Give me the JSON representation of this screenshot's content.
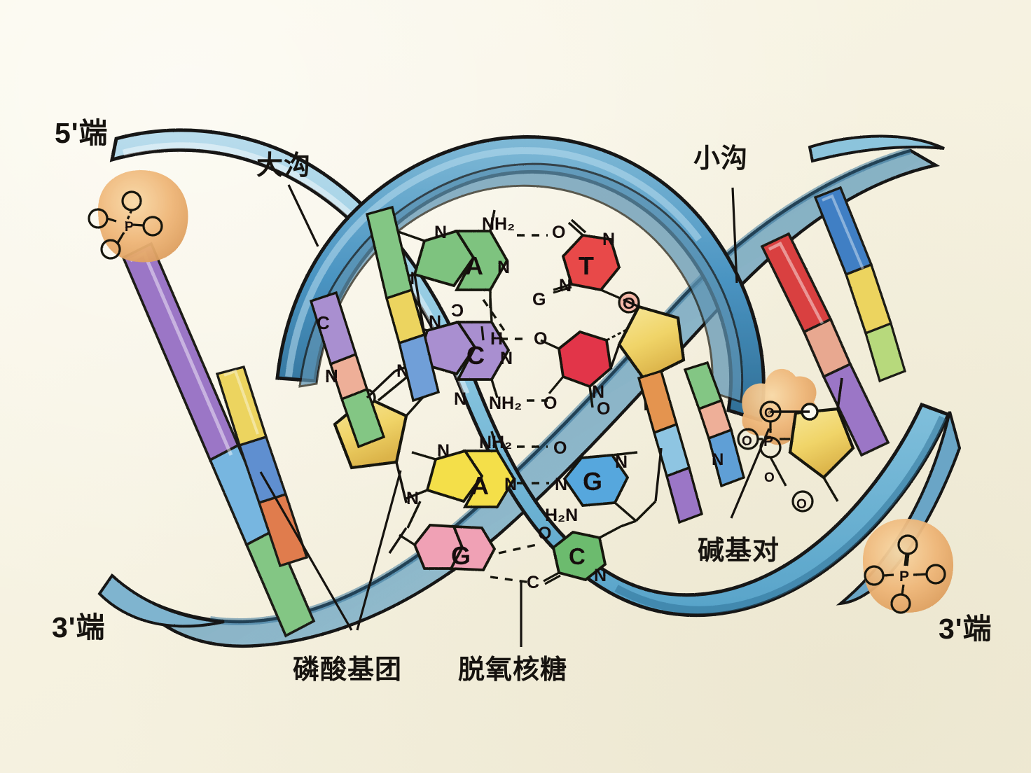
{
  "diagram": {
    "title": "DNA double helix structure (hand-drawn, Chinese annotated)",
    "background_color": "#f8f5e6",
    "ink_color": "#1a1713"
  },
  "labels": {
    "five_prime_left": "5'端",
    "three_prime_left": "3'端",
    "three_prime_right": "3'端",
    "major_groove": "大沟",
    "minor_groove": "小沟",
    "base_pair": "碱基对",
    "phosphate_group": "磷酸基团",
    "deoxyribose": "脱氧核糖"
  },
  "base_pairs": [
    {
      "left_letter": "A",
      "left_color": "#7ec37f",
      "right_letter": "T",
      "right_color": "#e8484a",
      "hydrogen_bonds": 2,
      "left_atoms": [
        "N",
        "N",
        "NH2",
        "N",
        "O"
      ],
      "right_atoms": [
        "O",
        "N",
        "N",
        "O",
        "G"
      ]
    },
    {
      "left_letter": "C",
      "left_color": "#a98fd0",
      "right_letter": "",
      "right_color": "#e2344a",
      "hydrogen_bonds": 3,
      "left_atoms": [
        "N",
        "N",
        "N",
        "NH2",
        "H"
      ],
      "right_atoms": [
        "O",
        "N",
        "O",
        "O"
      ]
    },
    {
      "left_letter": "A",
      "left_color": "#f4df49",
      "right_letter": "G",
      "right_color": "#57a7dd",
      "hydrogen_bonds": 2,
      "left_atoms": [
        "N",
        "N",
        "NH2",
        "N"
      ],
      "right_atoms": [
        "O",
        "N",
        "N",
        "H2N"
      ]
    },
    {
      "left_letter": "G",
      "left_color": "#f0a1b5",
      "right_letter": "C",
      "right_color": "#6cbb6e",
      "hydrogen_bonds": 2,
      "left_atoms": [],
      "right_atoms": [
        "O",
        "N",
        "C"
      ]
    }
  ],
  "phosphate_groups": [
    {
      "center_atom": "P",
      "oxygens": [
        "O",
        "O",
        "O",
        "O"
      ],
      "position": "top-left-5prime",
      "color": "#f0b877"
    },
    {
      "center_atom": "P",
      "oxygens": [
        "O",
        "O",
        "O",
        "O"
      ],
      "position": "right-mid",
      "color": "#f0b877"
    },
    {
      "center_atom": "P",
      "oxygens": [
        "O",
        "O",
        "O",
        "O"
      ],
      "position": "bottom-right-3prime",
      "color": "#f0b877"
    }
  ],
  "sugars": [
    {
      "name": "deoxyribose",
      "shape": "pentagon",
      "color": "#f2d96a"
    },
    {
      "name": "deoxyribose",
      "shape": "pentagon",
      "color": "#f2d96a"
    },
    {
      "name": "deoxyribose",
      "shape": "pentagon",
      "color": "#f2d96a"
    }
  ],
  "ribbon": {
    "strand_count": 2,
    "color_light": "#8fcbe2",
    "color_dark": "#3f8fbe",
    "edge_color": "#1a1713",
    "description": "Two antiparallel sugar-phosphate backbone ribbons forming a right-handed double helix"
  },
  "rung_colors": [
    "#9b6fc4",
    "#63a9e0",
    "#7ec37f",
    "#f4df49",
    "#e8484a",
    "#eb8b53",
    "#f0a1b5",
    "#f2d96a"
  ]
}
